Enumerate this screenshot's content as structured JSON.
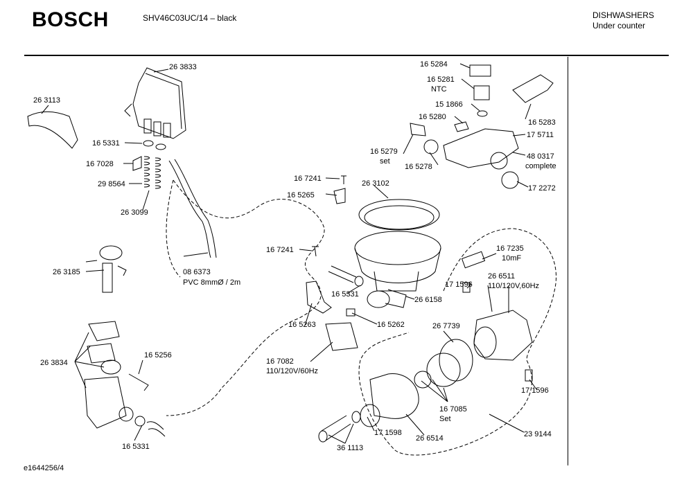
{
  "header": {
    "brand": "BOSCH",
    "model": "SHV46C03UC/14 – black",
    "category": "DISHWASHERS",
    "subcategory": "Under counter"
  },
  "footer": {
    "doc_id": "e1644256/4"
  },
  "parts": [
    {
      "id": "p263833",
      "text": "26 3833"
    },
    {
      "id": "p263113",
      "text": "26 3113"
    },
    {
      "id": "p165331a",
      "text": "16 5331"
    },
    {
      "id": "p167028",
      "text": "16 7028"
    },
    {
      "id": "p298564",
      "text": "29 8564"
    },
    {
      "id": "p263099",
      "text": "26 3099"
    },
    {
      "id": "p086373",
      "text": "08 6373"
    },
    {
      "id": "pvc",
      "text": "PVC 8mmØ / 2m"
    },
    {
      "id": "p263185",
      "text": "26 3185"
    },
    {
      "id": "p263834",
      "text": "26 3834"
    },
    {
      "id": "p165256",
      "text": "16 5256"
    },
    {
      "id": "p165331b",
      "text": "16 5331"
    },
    {
      "id": "p165284",
      "text": "16 5284"
    },
    {
      "id": "p165281",
      "text": "16 5281"
    },
    {
      "id": "ntc",
      "text": "NTC"
    },
    {
      "id": "p151866",
      "text": "15 1866"
    },
    {
      "id": "p165280",
      "text": "16 5280"
    },
    {
      "id": "p165279",
      "text": "16 5279"
    },
    {
      "id": "set1",
      "text": "set"
    },
    {
      "id": "p165278",
      "text": "16 5278"
    },
    {
      "id": "p165283",
      "text": "16 5283"
    },
    {
      "id": "p175711",
      "text": "17 5711"
    },
    {
      "id": "p480317",
      "text": "48 0317"
    },
    {
      "id": "complete",
      "text": "complete"
    },
    {
      "id": "p172272",
      "text": "17 2272"
    },
    {
      "id": "p167241a",
      "text": "16 7241"
    },
    {
      "id": "p165265",
      "text": "16 5265"
    },
    {
      "id": "p263102",
      "text": "26 3102"
    },
    {
      "id": "p167241b",
      "text": "16 7241"
    },
    {
      "id": "p165331c",
      "text": "16 5331"
    },
    {
      "id": "p266158",
      "text": "26 6158"
    },
    {
      "id": "p165263",
      "text": "16 5263"
    },
    {
      "id": "p165262",
      "text": "16 5262"
    },
    {
      "id": "p167082",
      "text": "16 7082"
    },
    {
      "id": "v167082",
      "text": "110/120V/60Hz"
    },
    {
      "id": "p167235",
      "text": "16 7235"
    },
    {
      "id": "cap",
      "text": "10mF"
    },
    {
      "id": "p171596a",
      "text": "17 1596"
    },
    {
      "id": "p266511",
      "text": "26 6511"
    },
    {
      "id": "v266511",
      "text": "110/120V,60Hz"
    },
    {
      "id": "p267739",
      "text": "26 7739"
    },
    {
      "id": "p171596b",
      "text": "17 1596"
    },
    {
      "id": "p167085",
      "text": "16 7085"
    },
    {
      "id": "set2",
      "text": "Set"
    },
    {
      "id": "p171598",
      "text": "17 1598"
    },
    {
      "id": "p266514",
      "text": "26 6514"
    },
    {
      "id": "p239144",
      "text": "23 9144"
    },
    {
      "id": "p361113",
      "text": "36 1113"
    }
  ]
}
